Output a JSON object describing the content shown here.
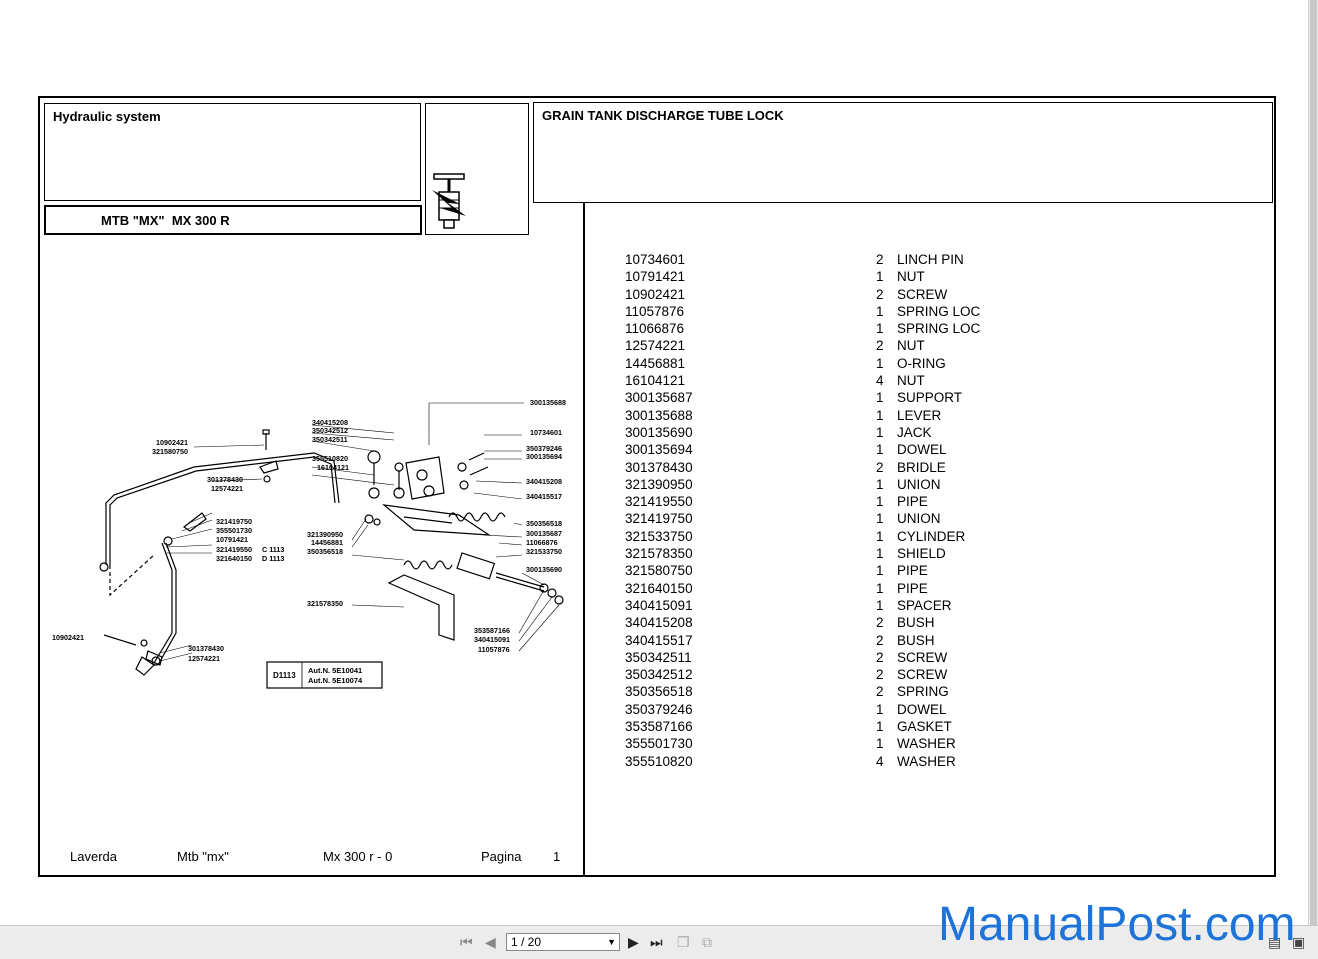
{
  "header": {
    "section": "Hydraulic system",
    "model": "MTB \"MX\"  MX 300 R",
    "group_title": "GRAIN TANK DISCHARGE TUBE LOCK"
  },
  "footer": {
    "brand": "Laverda",
    "series": "Mtb \"mx\"",
    "model": "Mx 300 r - 0",
    "page_label": "Pagina",
    "page_number": "1"
  },
  "diagram": {
    "ref_code": "D1113",
    "aut_1": "Aut.N. 5E10041",
    "aut_2": "Aut.N. 5E10074",
    "labels": [
      "300135688",
      "340415208",
      "350342512",
      "350342511",
      "10734601",
      "350379246",
      "300135694",
      "355510820",
      "16104121",
      "340415208",
      "340415517",
      "10902421",
      "321580750",
      "301378430",
      "12574221",
      "321419750",
      "355501730",
      "10791421",
      "321419550",
      "C 1113",
      "321640150",
      "D 1113",
      "321390950",
      "14456881",
      "350356518",
      "350356518",
      "300135687",
      "11066876",
      "321533750",
      "300135690",
      "321578350",
      "353587166",
      "340415091",
      "11057876",
      "10902421",
      "301378430",
      "12574221"
    ]
  },
  "parts": [
    {
      "code": "10734601",
      "qty": "2",
      "desc": "LINCH PIN"
    },
    {
      "code": "10791421",
      "qty": "1",
      "desc": "NUT"
    },
    {
      "code": "10902421",
      "qty": "2",
      "desc": "SCREW"
    },
    {
      "code": "11057876",
      "qty": "1",
      "desc": "SPRING LOC"
    },
    {
      "code": "11066876",
      "qty": "1",
      "desc": "SPRING LOC"
    },
    {
      "code": "12574221",
      "qty": "2",
      "desc": "NUT"
    },
    {
      "code": "14456881",
      "qty": "1",
      "desc": "O-RING"
    },
    {
      "code": "16104121",
      "qty": "4",
      "desc": "NUT"
    },
    {
      "code": "300135687",
      "qty": "1",
      "desc": "SUPPORT"
    },
    {
      "code": "300135688",
      "qty": "1",
      "desc": "LEVER"
    },
    {
      "code": "300135690",
      "qty": "1",
      "desc": "JACK"
    },
    {
      "code": "300135694",
      "qty": "1",
      "desc": "DOWEL"
    },
    {
      "code": "301378430",
      "qty": "2",
      "desc": "BRIDLE"
    },
    {
      "code": "321390950",
      "qty": "1",
      "desc": "UNION"
    },
    {
      "code": "321419550",
      "qty": "1",
      "desc": "PIPE"
    },
    {
      "code": "321419750",
      "qty": "1",
      "desc": "UNION"
    },
    {
      "code": "321533750",
      "qty": "1",
      "desc": "CYLINDER"
    },
    {
      "code": "321578350",
      "qty": "1",
      "desc": "SHIELD"
    },
    {
      "code": "321580750",
      "qty": "1",
      "desc": "PIPE"
    },
    {
      "code": "321640150",
      "qty": "1",
      "desc": "PIPE"
    },
    {
      "code": "340415091",
      "qty": "1",
      "desc": "SPACER"
    },
    {
      "code": "340415208",
      "qty": "2",
      "desc": "BUSH"
    },
    {
      "code": "340415517",
      "qty": "2",
      "desc": "BUSH"
    },
    {
      "code": "350342511",
      "qty": "2",
      "desc": "SCREW"
    },
    {
      "code": "350342512",
      "qty": "2",
      "desc": "SCREW"
    },
    {
      "code": "350356518",
      "qty": "2",
      "desc": "SPRING"
    },
    {
      "code": "350379246",
      "qty": "1",
      "desc": "DOWEL"
    },
    {
      "code": "353587166",
      "qty": "1",
      "desc": "GASKET"
    },
    {
      "code": "355501730",
      "qty": "1",
      "desc": "WASHER"
    },
    {
      "code": "355510820",
      "qty": "4",
      "desc": "WASHER"
    }
  ],
  "toolbar": {
    "page_field": "1 / 20",
    "icons": [
      "first-page-icon",
      "prev-page-icon",
      "next-page-icon",
      "last-page-icon",
      "copy-icon",
      "zoom-icon",
      "fit-page-icon",
      "fit-width-icon"
    ]
  },
  "watermark": "ManualPost.com"
}
